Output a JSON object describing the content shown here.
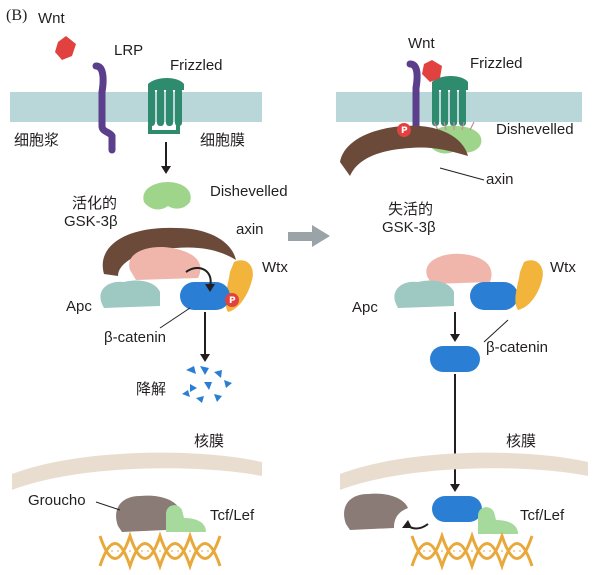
{
  "panel_label": "(B)",
  "left": {
    "wnt": "Wnt",
    "lrp": "LRP",
    "frizzled": "Frizzled",
    "cytoplasm": "细胞浆",
    "membrane": "细胞膜",
    "dishevelled": "Dishevelled",
    "active_gsk_line1": "活化的",
    "active_gsk_line2": "GSK-3β",
    "axin": "axin",
    "wtx": "Wtx",
    "apc": "Apc",
    "beta_catenin": "β-catenin",
    "degradation": "降解",
    "nuclear_membrane": "核膜",
    "groucho": "Groucho",
    "tcf_lef": "Tcf/Lef",
    "phospho": "P"
  },
  "right": {
    "wnt": "Wnt",
    "frizzled": "Frizzled",
    "dishevelled": "Dishevelled",
    "axin": "axin",
    "inactive_gsk_line1": "失活的",
    "inactive_gsk_line2": "GSK-3β",
    "wtx": "Wtx",
    "apc": "Apc",
    "beta_catenin": "β-catenin",
    "nuclear_membrane": "核膜",
    "tcf_lef": "Tcf/Lef",
    "phospho": "P"
  },
  "colors": {
    "membrane": "#b9d6d8",
    "lrp": "#5b3e8c",
    "frizzled": "#2e8b6e",
    "wnt": "#e2423f",
    "dishevelled": "#9ed58a",
    "axin": "#6b4a3a",
    "gsk": "#f0b6ac",
    "apc": "#9ec8c2",
    "beta_catenin": "#2a7fd4",
    "wtx": "#f2b43a",
    "groucho": "#8a7b76",
    "tcf": "#a6d99c",
    "dna": "#e8a93c",
    "nuclear_membrane": "#e9ddd0"
  }
}
